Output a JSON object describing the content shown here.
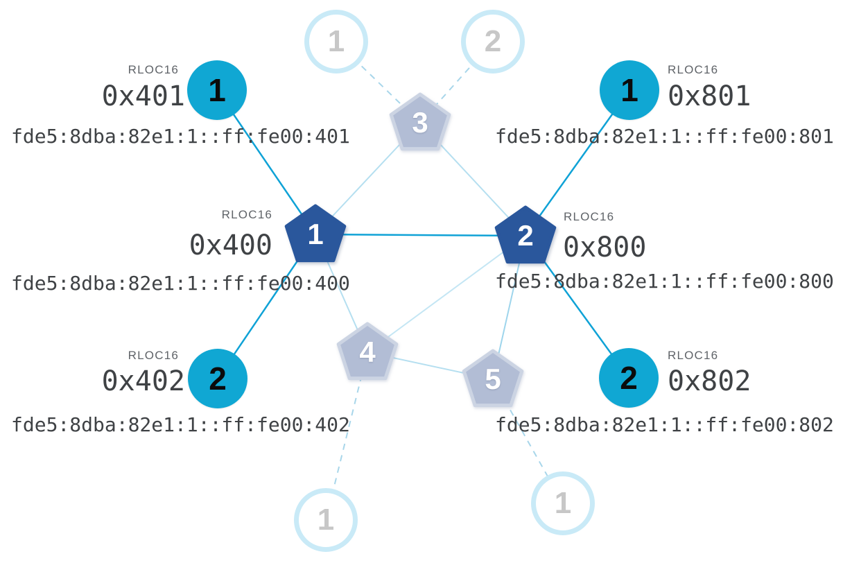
{
  "network": {
    "nodes": {
      "router1": {
        "number": "1",
        "role": "router",
        "state": "active",
        "rloc16_caption": "RLOC16",
        "rloc16": "0x400",
        "ipv6": "fde5:8dba:82e1:1::ff:fe00:400"
      },
      "router2": {
        "number": "2",
        "role": "router",
        "state": "active",
        "rloc16_caption": "RLOC16",
        "rloc16": "0x800",
        "ipv6": "fde5:8dba:82e1:1::ff:fe00:800"
      },
      "router3": {
        "number": "3",
        "role": "router",
        "state": "faded"
      },
      "router4": {
        "number": "4",
        "role": "router",
        "state": "faded"
      },
      "router5": {
        "number": "5",
        "role": "router",
        "state": "faded"
      },
      "child401": {
        "number": "1",
        "role": "child",
        "state": "active",
        "rloc16_caption": "RLOC16",
        "rloc16": "0x401",
        "ipv6": "fde5:8dba:82e1:1::ff:fe00:401"
      },
      "child402": {
        "number": "2",
        "role": "child",
        "state": "active",
        "rloc16_caption": "RLOC16",
        "rloc16": "0x402",
        "ipv6": "fde5:8dba:82e1:1::ff:fe00:402"
      },
      "child801": {
        "number": "1",
        "role": "child",
        "state": "active",
        "rloc16_caption": "RLOC16",
        "rloc16": "0x801",
        "ipv6": "fde5:8dba:82e1:1::ff:fe00:801"
      },
      "child802": {
        "number": "2",
        "role": "child",
        "state": "active",
        "rloc16_caption": "RLOC16",
        "rloc16": "0x802",
        "ipv6": "fde5:8dba:82e1:1::ff:fe00:802"
      },
      "fadedChildTop1": {
        "number": "1",
        "role": "child",
        "state": "faded"
      },
      "fadedChildTop2": {
        "number": "2",
        "role": "child",
        "state": "faded"
      },
      "fadedChildBottomLeft": {
        "number": "1",
        "role": "child",
        "state": "faded"
      },
      "fadedChildBottomRight": {
        "number": "1",
        "role": "child",
        "state": "faded"
      }
    },
    "links": [
      {
        "from": "router1",
        "to": "child401",
        "type": "strong"
      },
      {
        "from": "router1",
        "to": "child402",
        "type": "strong"
      },
      {
        "from": "router1",
        "to": "router2",
        "type": "strong"
      },
      {
        "from": "router2",
        "to": "child801",
        "type": "strong"
      },
      {
        "from": "router2",
        "to": "child802",
        "type": "strong"
      },
      {
        "from": "router3",
        "to": "router1",
        "type": "weak"
      },
      {
        "from": "router3",
        "to": "router2",
        "type": "weak"
      },
      {
        "from": "router4",
        "to": "router1",
        "type": "weak"
      },
      {
        "from": "router4",
        "to": "router2",
        "type": "weak"
      },
      {
        "from": "router4",
        "to": "router5",
        "type": "weak"
      },
      {
        "from": "router5",
        "to": "router2",
        "type": "weak"
      },
      {
        "from": "fadedChildTop1",
        "to": "router3",
        "type": "dashed"
      },
      {
        "from": "fadedChildTop2",
        "to": "router3",
        "type": "dashed"
      },
      {
        "from": "router4",
        "to": "fadedChildBottomLeft",
        "type": "dashed"
      },
      {
        "from": "router5",
        "to": "fadedChildBottomRight",
        "type": "dashed"
      }
    ],
    "colors": {
      "router_active": "#2a579c",
      "router_faded": "#b2bdd5",
      "child_active": "#10a7d3",
      "child_faded_border": "#c9eaf7",
      "link_strong": "#0fa2d6",
      "link_weak": "#b5dff0",
      "link_dashed": "#a8d6ea",
      "caption_text": "#5f6368",
      "value_text": "#3f4245",
      "faded_number": "#c7c7c7"
    }
  }
}
